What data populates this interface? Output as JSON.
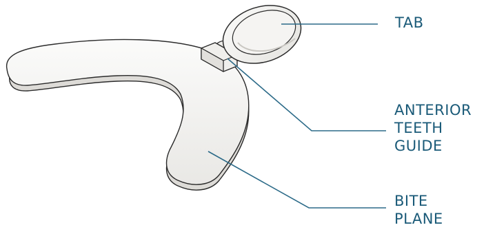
{
  "colors": {
    "label_text": "#1a5a78",
    "leader_line": "#2b6a88",
    "part_fill": "#f4f3f1",
    "part_shade": "#dcdad6",
    "part_outline": "#2a2a2a"
  },
  "callouts": {
    "tab": {
      "lines": [
        "TAB"
      ]
    },
    "anterior_teeth_guide": {
      "lines": [
        "ANTERIOR",
        "TEETH",
        "GUIDE"
      ]
    },
    "bite_plane": {
      "lines": [
        "BITE",
        "PLANE"
      ]
    }
  }
}
